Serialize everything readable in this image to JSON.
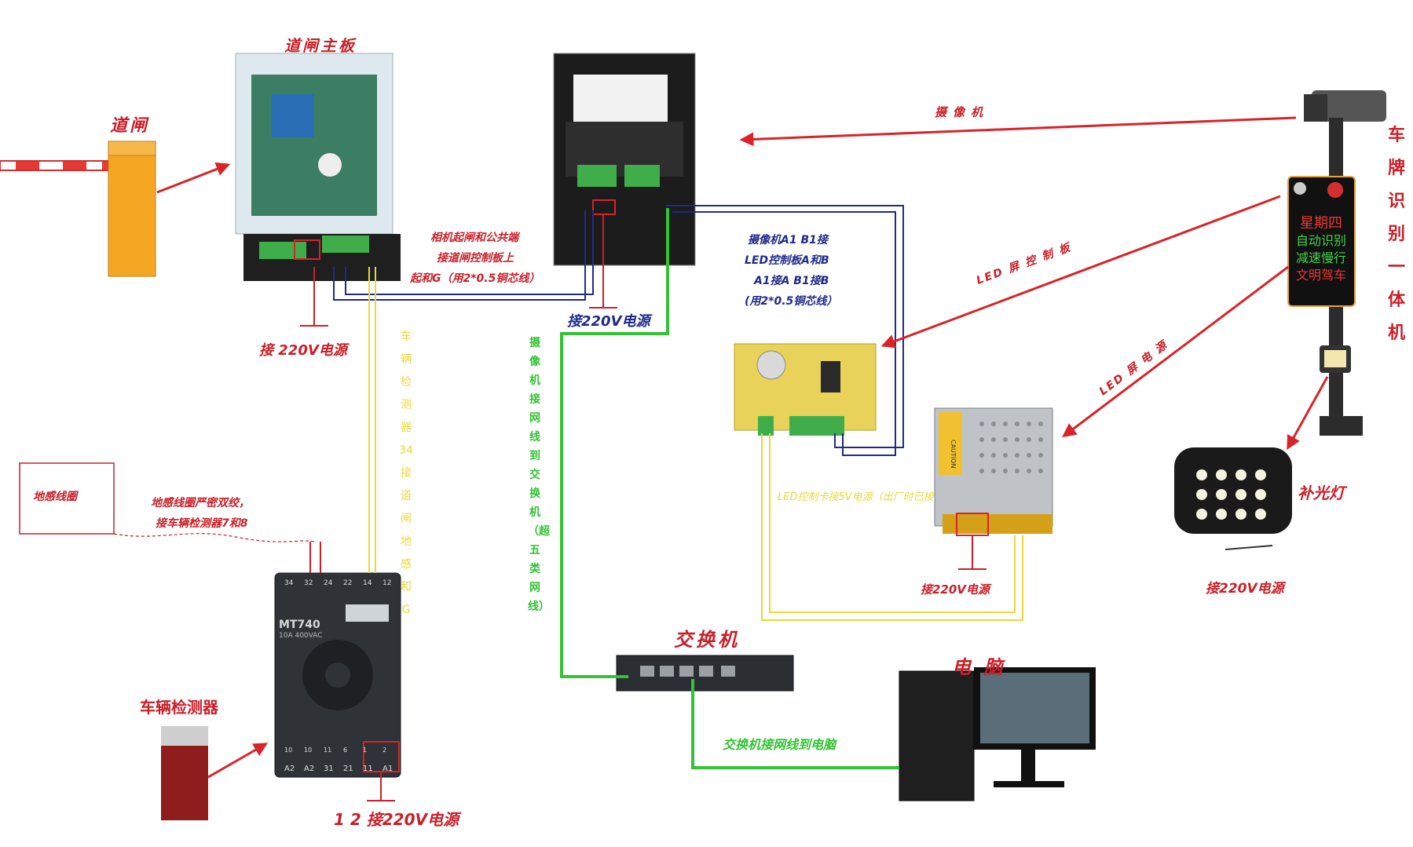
{
  "labels": {
    "gate_board": "道闸主板",
    "barrier": "道闸",
    "camera_arrow": "摄像机",
    "lpr_vertical": "车牌识别一体机",
    "camera_wiring_1": "相机起闸和公共端",
    "camera_wiring_2": "接道闸控制板上",
    "camera_wiring_3": "起和G（用2*0.5铜芯线）",
    "power_gate": "接 220V电源",
    "power_ctrl": "接220V电源",
    "vehicle_detector_wiring": "车辆检测器34接道闸地感和G",
    "camera_to_switch": "摄像机接网线到交换机（超五类网线）",
    "led_wiring_1": "摄像机A1 B1接",
    "led_wiring_2": "LED控制板A和B",
    "led_wiring_3": "A1接A B1接B",
    "led_wiring_4": "(用2*0.5铜芯线）",
    "led_ctrl_arrow": "LED 屏 控 制 板",
    "led_power_arrow": "LED 屏 电 源",
    "led_5v": "LED控制卡接5V电源（出厂时已接",
    "psu_power": "接220V电源",
    "fill_light": "补光灯",
    "fill_light_power": "接220V电源",
    "loop_coil": "地感线圈",
    "loop_wiring_1": "地感线圈严密双绞，",
    "loop_wiring_2": "接车辆检测器7和8",
    "switch": "交换机",
    "computer": "电 脑",
    "vehicle_detector": "车辆检测器",
    "relay_power": "1 2 接220V电源",
    "switch_to_pc": "交换机接网线到电脑"
  },
  "device_text": {
    "led_lines": [
      "星期四",
      "自动识别",
      "减速慢行",
      "文明驾车"
    ],
    "relay_model": "MT740",
    "relay_rating": "10A 400VAC",
    "relay_top_pins": [
      "34",
      "32",
      "24",
      "22",
      "14",
      "12"
    ],
    "relay_bottom_pins": [
      "10",
      "10",
      "11",
      "6",
      "1",
      "2"
    ],
    "relay_bottom_labels": [
      "A2",
      "A2",
      "31",
      "21",
      "11",
      "A1"
    ],
    "psu_caution": "CAUTION"
  },
  "colors": {
    "red": "#c8202a",
    "navy": "#1f2a8a",
    "green": "#33c233",
    "yellow": "#e8d93a"
  }
}
